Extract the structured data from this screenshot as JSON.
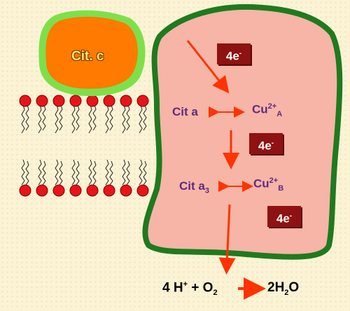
{
  "cyt_c": {
    "label": "Cit. c",
    "fill": "#ff7a00",
    "ring": "#7de04a"
  },
  "complex": {
    "fill": "#f6b5a6",
    "border": "#1f7a1f"
  },
  "labels": {
    "cit_a": "Cit a",
    "cit_a3_base": "Cit a",
    "cit_a3_sub": "3",
    "cu_a_base": "Cu",
    "cu_a_sup": "2+",
    "cu_a_sub": "A",
    "cu_b_base": "Cu",
    "cu_b_sup": "2+",
    "cu_b_sub": "B"
  },
  "electrons": [
    {
      "base": "4e",
      "sup": "-"
    },
    {
      "base": "4e",
      "sup": "-"
    },
    {
      "base": "4e",
      "sup": "-"
    }
  ],
  "equation": {
    "lhs_4h": "4 H",
    "lhs_plus_sup": "+",
    "lhs_plus": " + O",
    "lhs_o_sub": "2",
    "rhs_base": "2H",
    "rhs_sub": "2",
    "rhs_o": "O"
  },
  "colors": {
    "arrow": "#ff3300",
    "membrane_head": "#e8141a",
    "electron_box": "#8e1212",
    "label_purple": "#5e2a82"
  }
}
